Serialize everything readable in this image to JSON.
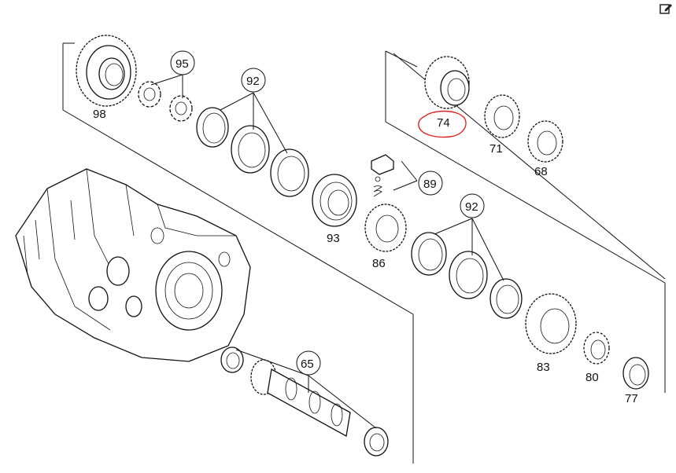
{
  "callouts": {
    "p98": "98",
    "p95": "95",
    "p92a": "92",
    "p93": "93",
    "p86": "86",
    "p89": "89",
    "p92b": "92",
    "p74": "74",
    "p71": "71",
    "p68": "68",
    "p83": "83",
    "p80": "80",
    "p77": "77",
    "p65": "65"
  },
  "icons": {
    "edit": "edit-icon"
  },
  "colors": {
    "highlight": "#e02020",
    "ink": "#111111"
  }
}
